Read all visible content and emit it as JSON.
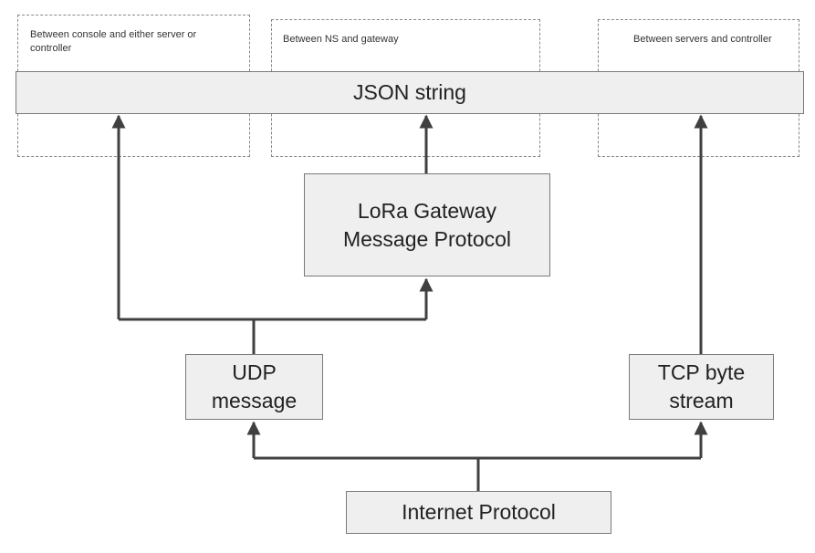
{
  "notes": {
    "console": "Between console and either server or controller",
    "gateway": "Between NS and gateway",
    "servers": "Between servers and controller"
  },
  "nodes": {
    "json": "JSON string",
    "lora_line1": "LoRa Gateway",
    "lora_line2": "Message Protocol",
    "udp_line1": "UDP",
    "udp_line2": "message",
    "tcp_line1": "TCP byte",
    "tcp_line2": "stream",
    "ip": "Internet Protocol"
  },
  "colors": {
    "box_fill": "#efefef",
    "box_border": "#7a7a7a",
    "arrow": "#404040",
    "dashed": "#888888"
  }
}
